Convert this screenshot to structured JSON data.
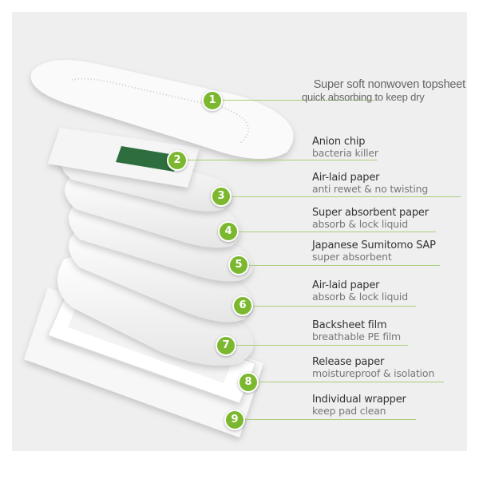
{
  "accent_color": "#7cb82f",
  "layers": [
    {
      "number": "1",
      "title": "Super soft nonwoven topsheet",
      "subtitle": "quick absorbing to keep dry"
    },
    {
      "number": "2",
      "title": "Anion chip",
      "subtitle": "bacteria killer"
    },
    {
      "number": "3",
      "title": "Air-laid paper",
      "subtitle": "anti rewet & no twisting"
    },
    {
      "number": "4",
      "title": "Super absorbent paper",
      "subtitle": "absorb & lock liquid"
    },
    {
      "number": "5",
      "title": "Japanese Sumitomo SAP",
      "subtitle": "super absorbent"
    },
    {
      "number": "6",
      "title": "Air-laid paper",
      "subtitle": "absorb & lock liquid"
    },
    {
      "number": "7",
      "title": "Backsheet film",
      "subtitle": "breathable PE film"
    },
    {
      "number": "8",
      "title": "Release paper",
      "subtitle": "moistureproof & isolation"
    },
    {
      "number": "9",
      "title": "Individual wrapper",
      "subtitle": "keep pad clean"
    }
  ]
}
